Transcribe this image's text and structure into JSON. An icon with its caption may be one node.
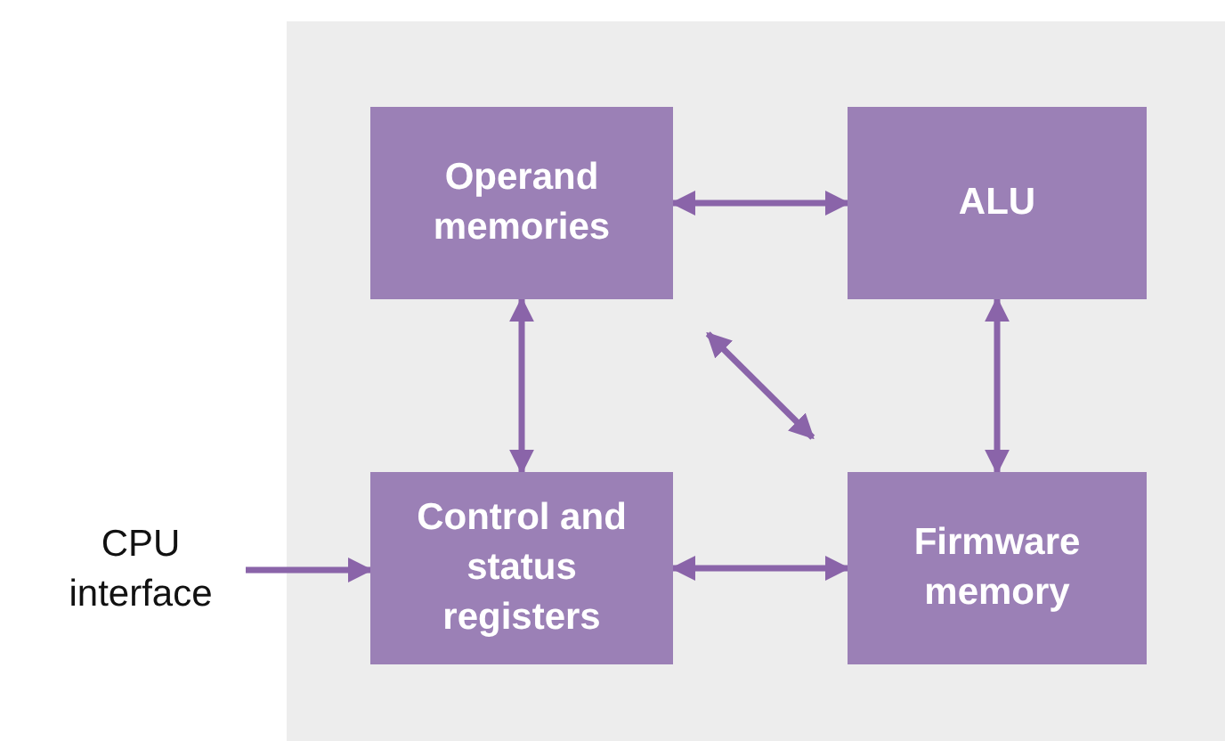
{
  "diagram": {
    "nodes": [
      {
        "text": [
          "Operand memories"
        ]
      },
      {
        "text": [
          "ALU"
        ]
      },
      {
        "text": [
          "Control and status registers"
        ]
      },
      {
        "text": [
          "Firmware memory"
        ]
      },
      {
        "text": [
          "CPU interface"
        ]
      }
    ],
    "edges": [
      {
        "from": 0,
        "to": 1,
        "arrow": "both"
      },
      {
        "from": 0,
        "to": 2,
        "arrow": "both"
      },
      {
        "from": 0,
        "to": 3,
        "arrow": "both"
      },
      {
        "from": 1,
        "to": 3,
        "arrow": "both"
      },
      {
        "from": 2,
        "to": 3,
        "arrow": "both"
      },
      {
        "from": 4,
        "to": 2,
        "arrow": "to"
      }
    ]
  }
}
